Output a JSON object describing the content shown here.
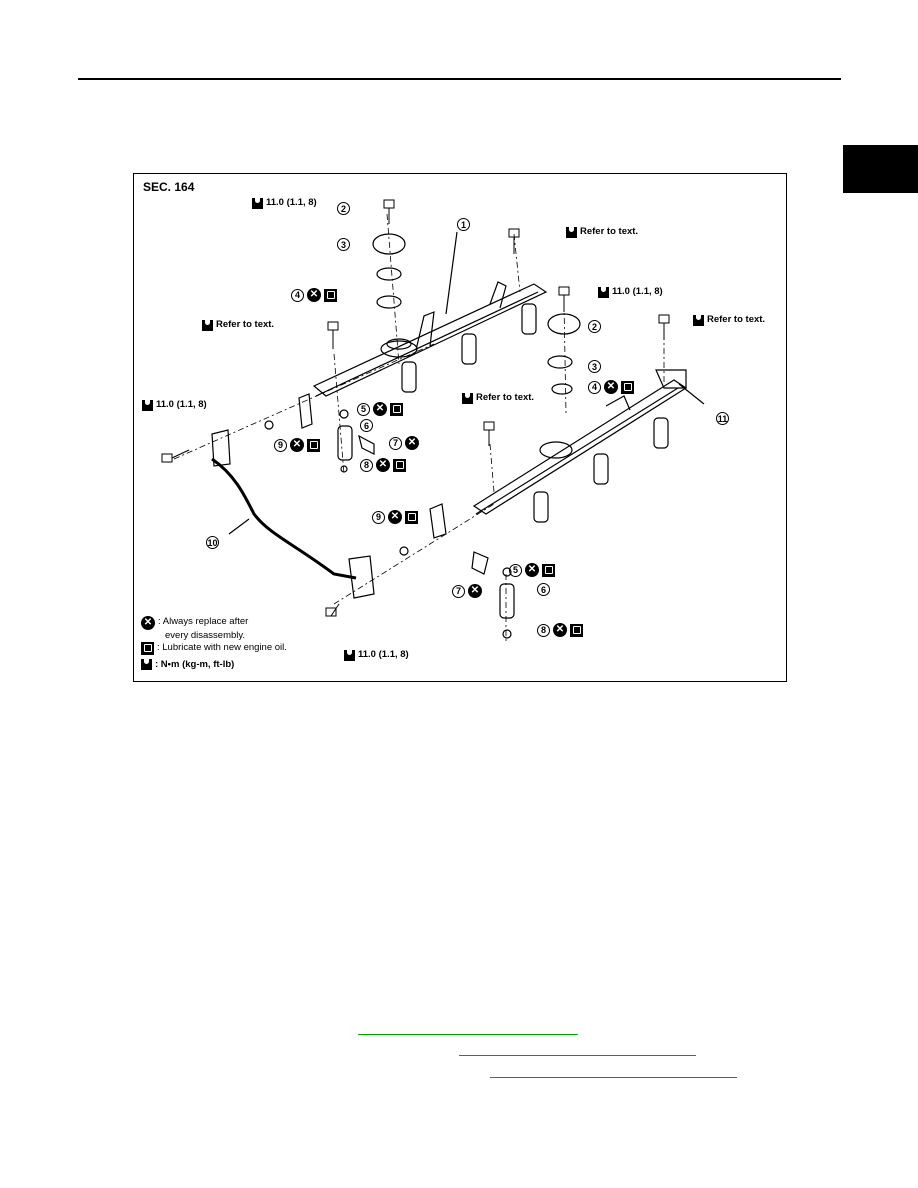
{
  "figure": {
    "section": "SEC. 164",
    "torque_11": "11.0 (1.1, 8)",
    "refer": "Refer to text.",
    "legend": {
      "replace_line1": ": Always replace after",
      "replace_line2": "every disassembly.",
      "lubricate": ": Lubricate with new engine oil.",
      "unit": ": N•m (kg-m, ft-lb)"
    },
    "x_symbol": "✕",
    "numbers": [
      "1",
      "2",
      "3",
      "4",
      "5",
      "6",
      "7",
      "8",
      "9",
      "10",
      "11"
    ]
  },
  "icons": [
    "wrench-icon",
    "replace-icon",
    "oil-can-icon"
  ]
}
